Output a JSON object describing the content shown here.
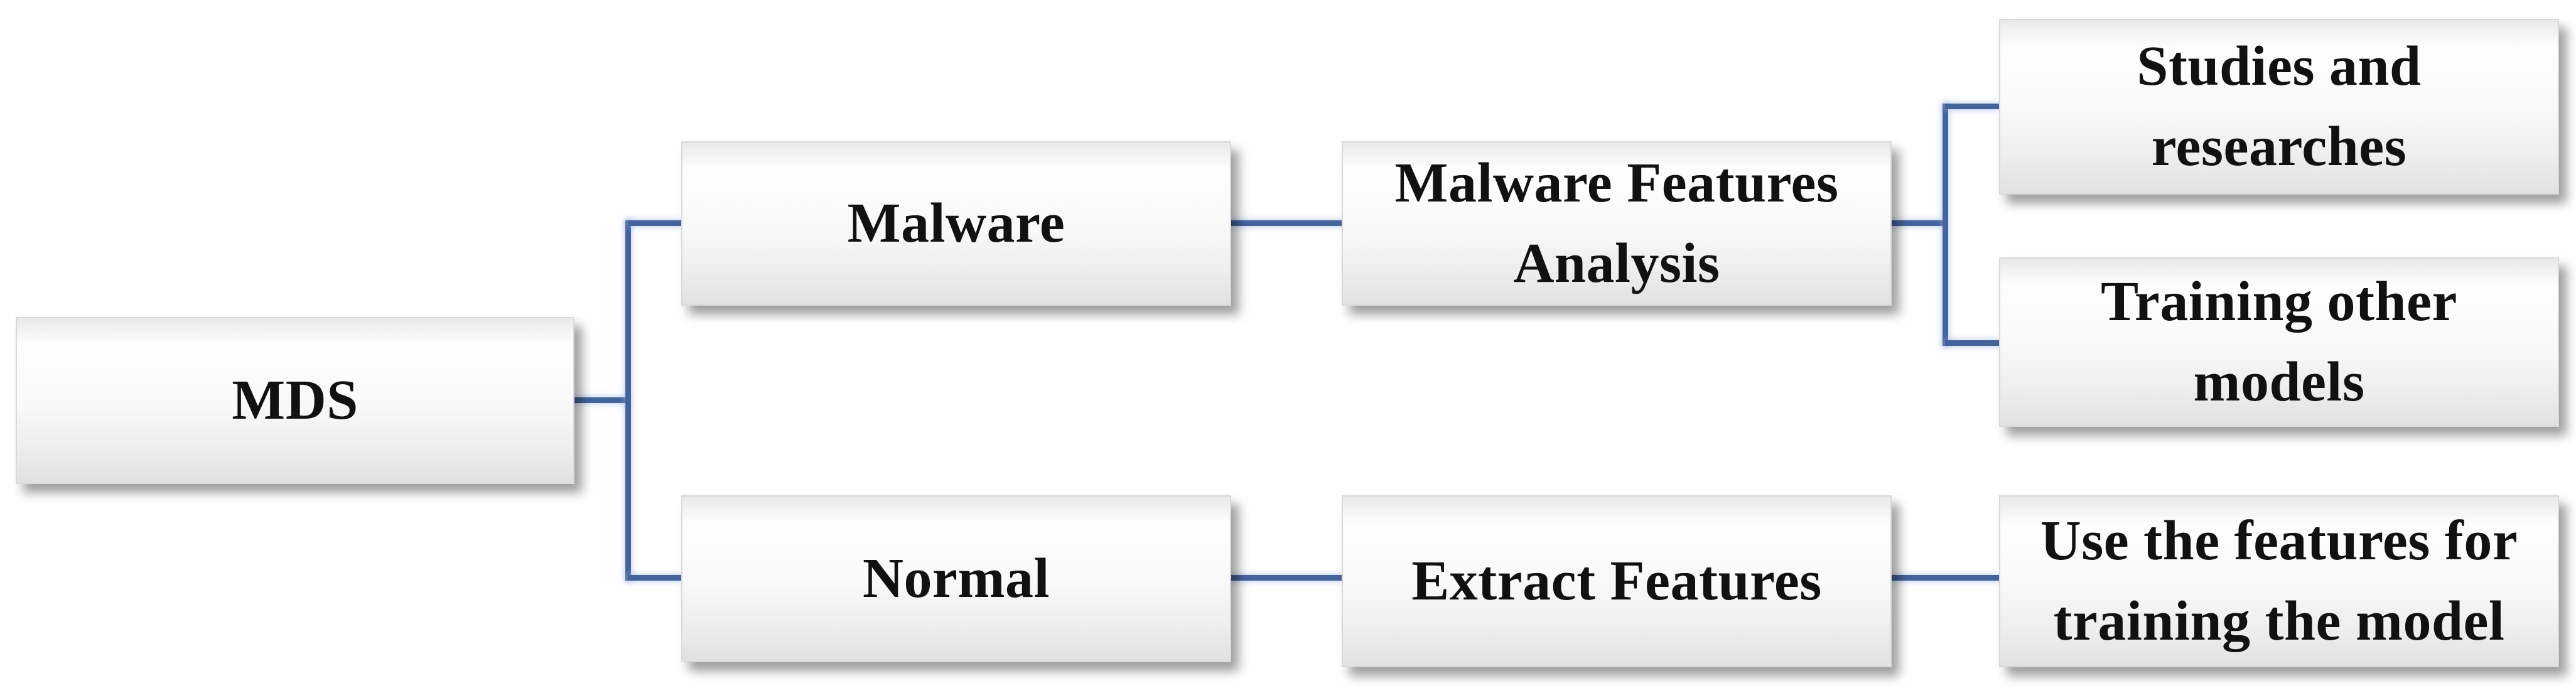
{
  "diagram": {
    "type": "flowchart",
    "direction": "left-to-right",
    "nodes": [
      {
        "id": "mds",
        "label": "MDS"
      },
      {
        "id": "malware",
        "label": "Malware"
      },
      {
        "id": "normal",
        "label": "Normal"
      },
      {
        "id": "malware-features-analysis",
        "label": "Malware Features\nAnalysis"
      },
      {
        "id": "extract-features",
        "label": "Extract Features"
      },
      {
        "id": "studies-and-researches",
        "label": "Studies and\nresearches"
      },
      {
        "id": "training-other-models",
        "label": "Training other\nmodels"
      },
      {
        "id": "use-the-features",
        "label": "Use the features for\ntraining the model"
      }
    ],
    "edges": [
      {
        "from": "mds",
        "to": "malware"
      },
      {
        "from": "mds",
        "to": "normal"
      },
      {
        "from": "malware",
        "to": "malware-features-analysis"
      },
      {
        "from": "malware-features-analysis",
        "to": "studies-and-researches"
      },
      {
        "from": "malware-features-analysis",
        "to": "training-other-models"
      },
      {
        "from": "normal",
        "to": "extract-features"
      },
      {
        "from": "extract-features",
        "to": "use-the-features"
      }
    ],
    "colors": {
      "connector": "#44639B",
      "connector_glow": "#96B4E6",
      "box_fill_top": "#E9E9E9",
      "box_fill_middle": "#FDFDFD",
      "box_fill_bottom": "#E1E1E1",
      "box_border": "#D9D9D9",
      "text": "#111111",
      "background": "#FFFFFF"
    }
  }
}
